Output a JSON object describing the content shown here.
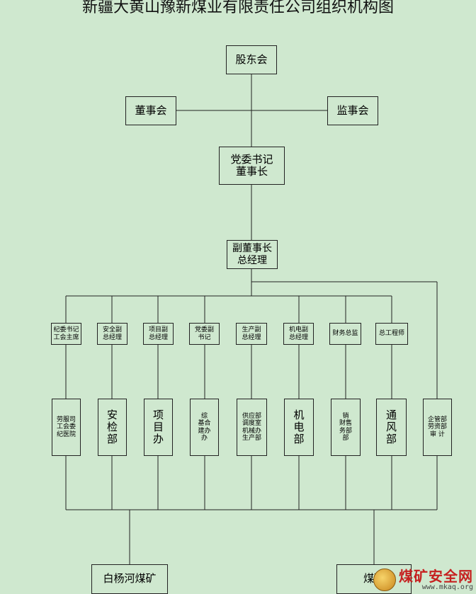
{
  "title": "新疆大黄山豫新煤业有限责任公司组织机构图",
  "nodes": {
    "shareholders": "股东会",
    "board": "董事会",
    "supervisors": "监事会",
    "secretary_chairman": "党委书记\n董事长",
    "vice_chairman": "副董事长\n总经理",
    "discipline": "纪委书记\n工会主席",
    "safety_vp": "安全副\n总经理",
    "project_vp": "项目副\n总经理",
    "party_deputy": "党委副\n书记",
    "production_vp": "生产副\n总经理",
    "electro_vp": "机电副\n总经理",
    "finance_chief": "财务总监",
    "chief_engineer": "总工程师",
    "labor_dept": "劳服司\n工会委\n纪医院",
    "safety_dept": "安\n检\n部",
    "project_office": "项\n目\n办",
    "infra_office": "综\n基合\n建办\n办",
    "supply_dept": "供应部\n调度室\n机械办\n生产部",
    "electro_dept": "机\n电\n部",
    "finance_dept": "销\n财售\n务部\n部",
    "ventilation_dept": "通\n风\n部",
    "enterprise_dept": "企管部\n劳资部\n审 计",
    "mine_baiyanghe": "白杨河煤矿",
    "mine_second": "煤矿"
  },
  "watermark": {
    "name": "煤矿安全网",
    "url": "www.mkaq.org"
  }
}
